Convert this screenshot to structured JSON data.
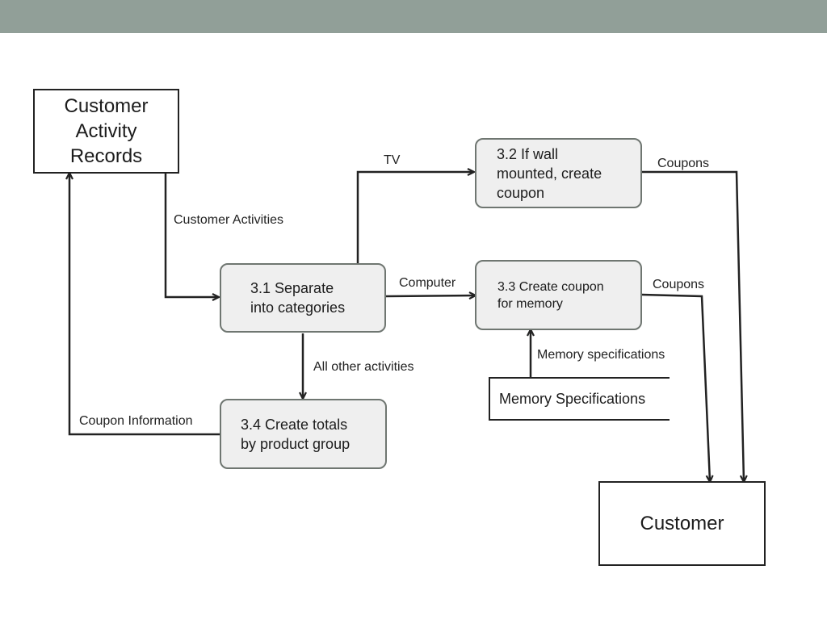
{
  "header": {
    "color": "#919f98"
  },
  "entities": {
    "customer_activity_records": {
      "lines": [
        "Customer",
        "Activity",
        "Records"
      ]
    },
    "customer": {
      "label": "Customer"
    }
  },
  "processes": {
    "p3_1": {
      "lines": [
        "3.1 Separate",
        "into categories"
      ]
    },
    "p3_2": {
      "lines": [
        "3.2 If wall",
        "mounted, create",
        "coupon"
      ]
    },
    "p3_3": {
      "lines": [
        "3.3 Create coupon",
        "for memory"
      ]
    },
    "p3_4": {
      "lines": [
        "3.4 Create totals",
        "by product group"
      ]
    }
  },
  "data_store": {
    "label": "Memory Specifications"
  },
  "flows": {
    "customer_activities": "Customer Activities",
    "tv": "TV",
    "computer": "Computer",
    "all_other_activities": "All other activities",
    "coupon_information": "Coupon Information",
    "coupons_from_3_2": "Coupons",
    "coupons_from_3_3": "Coupons",
    "memory_specifications": "Memory specifications"
  }
}
